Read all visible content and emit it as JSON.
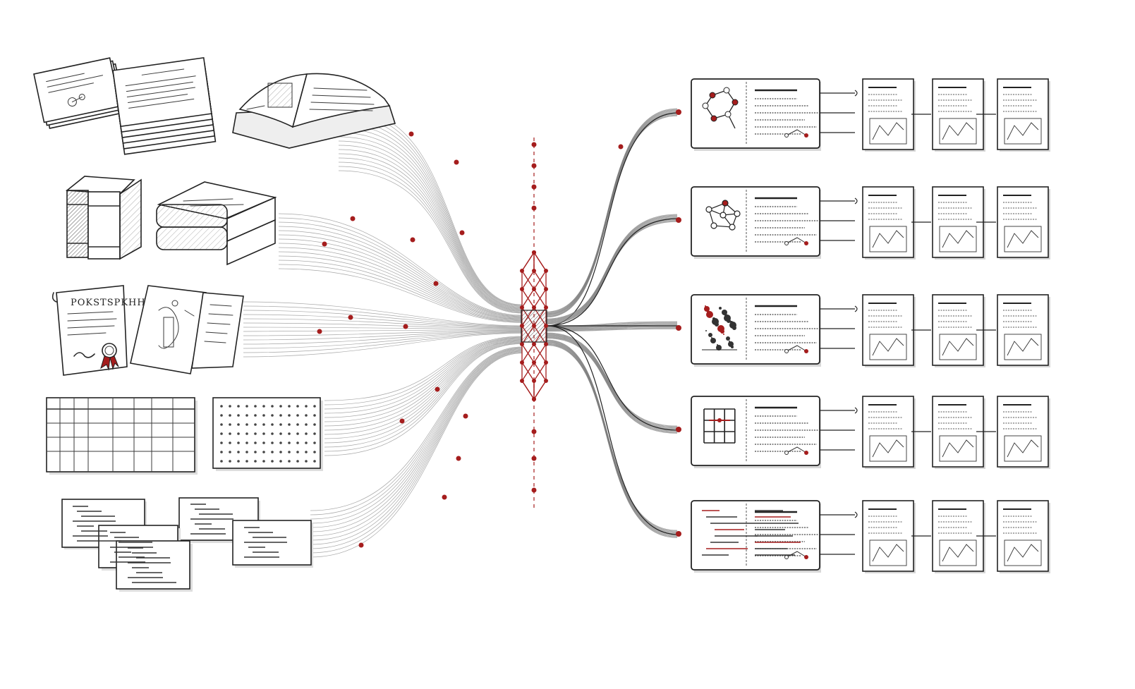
{
  "certificate": {
    "heading": "POKSTSPKHH"
  },
  "colors": {
    "accent": "#a51d1d",
    "ink": "#222222",
    "paper": "#ffffff",
    "flow": "#9a9a9a"
  },
  "sources": [
    "loose-papers",
    "stacked-papers",
    "open-book",
    "bound-books",
    "stacked-books",
    "certificate",
    "schematic-drawing",
    "data-table",
    "dot-grid",
    "code-snippets"
  ],
  "outputs": [
    "molecule",
    "network-graph",
    "scatter-particles",
    "grid-matrix",
    "code-listing"
  ]
}
